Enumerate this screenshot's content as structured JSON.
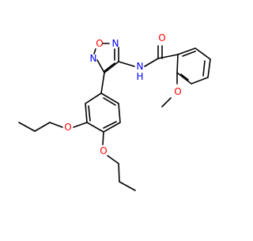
{
  "molecule": {
    "atom_labels": {
      "furazan_o": "O",
      "furazan_n_upper": "N",
      "furazan_n_left": "N",
      "amide_nh": "N",
      "amide_h": "H",
      "carbonyl_o": "O",
      "methoxy_o": "O",
      "propoxy_o_upper": "O",
      "propoxy_o_lower": "O"
    }
  },
  "colors": {
    "bond": "#000000",
    "oxygen": "#ff0000",
    "nitrogen": "#0000ff",
    "background": "#ffffff"
  }
}
